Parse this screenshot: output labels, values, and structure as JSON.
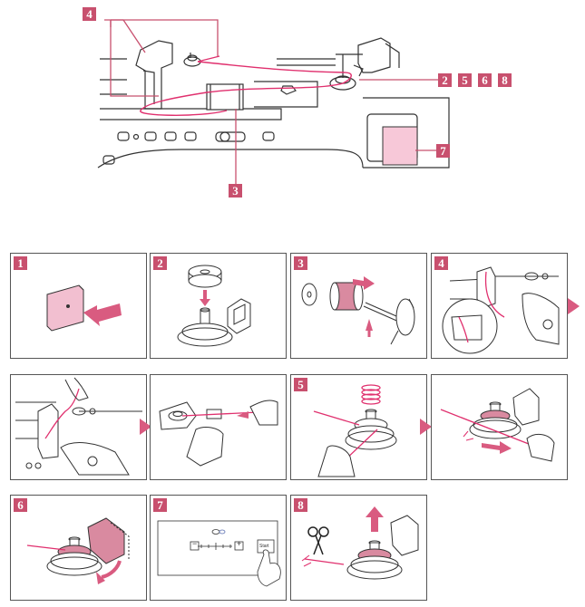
{
  "overview": {
    "callouts": {
      "top": "4",
      "right": [
        "2",
        "5",
        "6",
        "8"
      ],
      "display": "7",
      "bottom": "3"
    }
  },
  "steps": {
    "row1": [
      "1",
      "2",
      "3",
      "4"
    ],
    "row2": [
      "",
      "",
      "5",
      ""
    ],
    "row3": [
      "6",
      "7",
      "8"
    ]
  },
  "panel7": {
    "minus": "−",
    "plus": "+",
    "start_label": "Start"
  },
  "colors": {
    "accent": "#c8506e",
    "thread": "#e0306e",
    "arrow": "#d95b80",
    "line": "#333333"
  }
}
